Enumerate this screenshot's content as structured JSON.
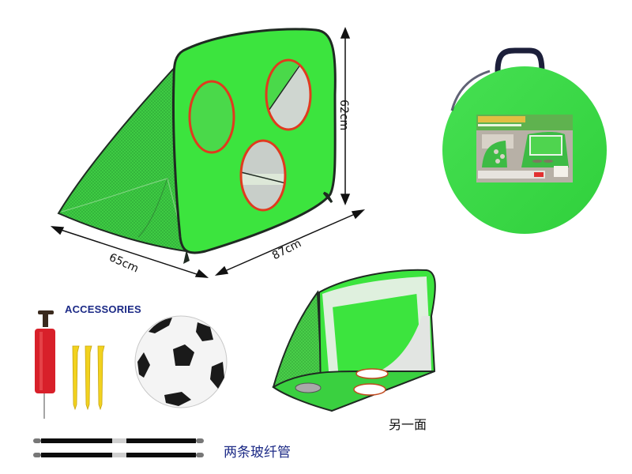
{
  "dimensions": {
    "depth": "65cm",
    "width": "87cm",
    "height": "62cm"
  },
  "accessories": {
    "heading": "ACCESSORIES",
    "items": [
      {
        "name": "hand-pump",
        "color": "#d8202a"
      },
      {
        "name": "ground-stakes",
        "count": 3,
        "color": "#f2d21e"
      },
      {
        "name": "soccer-ball",
        "color": "#ffffff"
      }
    ]
  },
  "rods": {
    "count": 2,
    "caption": "两条玻纤管"
  },
  "other_side": {
    "caption": "另一面"
  },
  "package": {
    "shape": "round-pouch",
    "color": "#3ce048"
  },
  "colors": {
    "goal_green": "#3ce43e",
    "net_green": "#45c845",
    "ring_red": "#e03a1e",
    "outline": "#1f2a22",
    "text_blue": "#1c2a86"
  }
}
